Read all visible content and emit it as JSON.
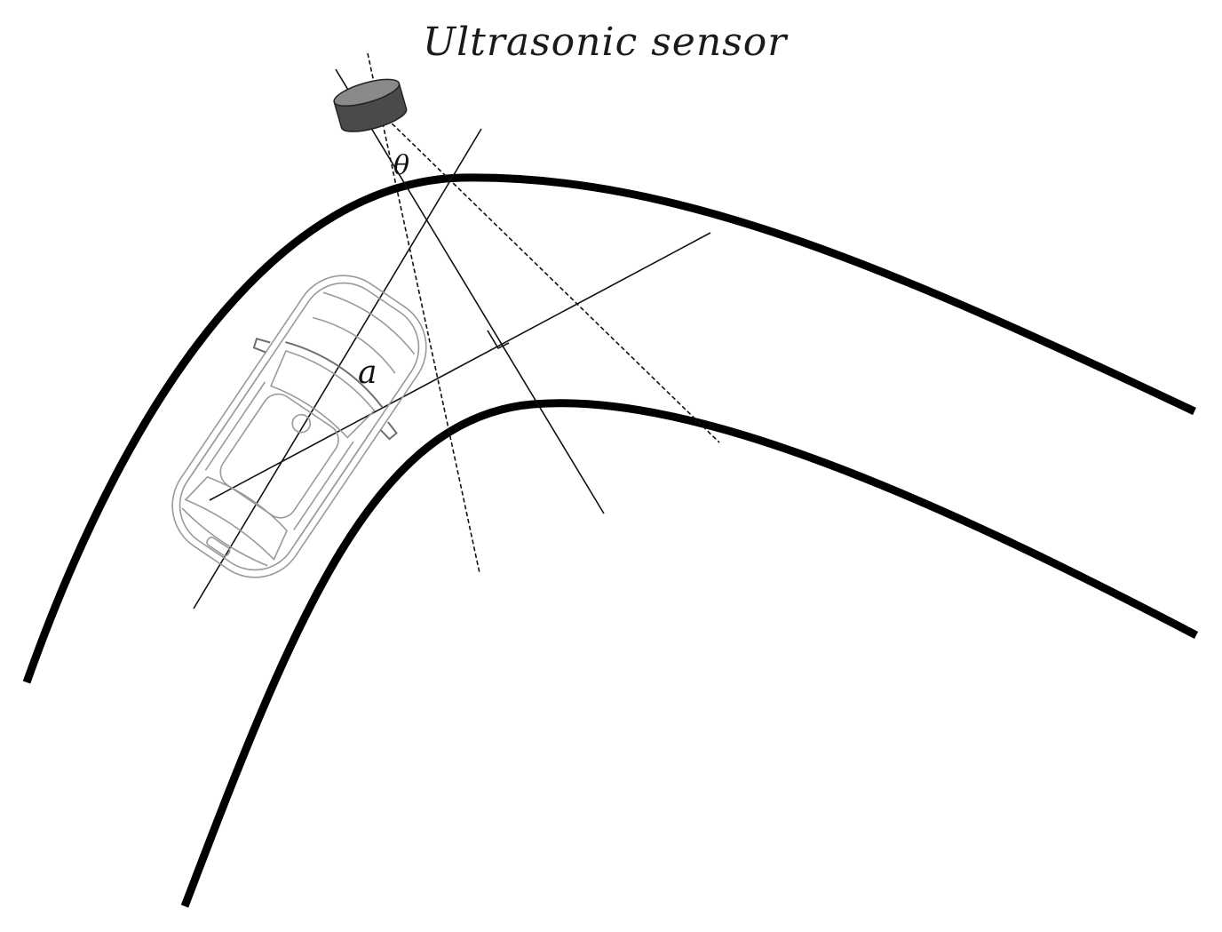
{
  "title": "Ultrasonic sensor",
  "symbols": {
    "theta": "θ",
    "a": "a"
  },
  "colors": {
    "road": "#000000",
    "sensor_body": "#4a4a4a",
    "sensor_top": "#8a8a8a",
    "car_outline": "#9a9a9a",
    "lines": "#111111"
  },
  "icons": {
    "sensor": "ultrasonic-sensor-icon",
    "car": "car-top-view-icon"
  }
}
